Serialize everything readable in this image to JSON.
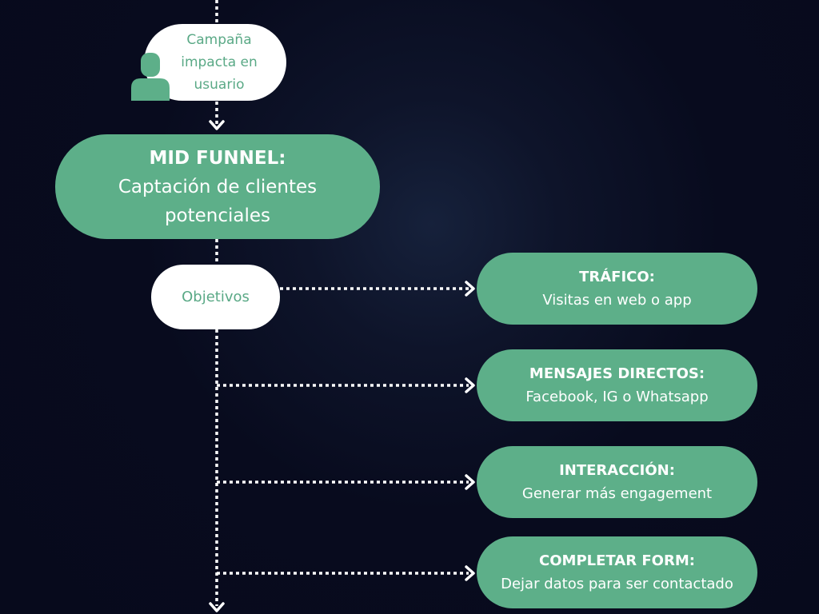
{
  "colors": {
    "background": "#070a1c",
    "green": "#5daf89",
    "white": "#ffffff",
    "connector": "#ffffff"
  },
  "campaign": {
    "lines": [
      "Campaña",
      "impacta en",
      "usuario"
    ],
    "icon": "user-icon"
  },
  "mid_funnel": {
    "title": "MID FUNNEL:",
    "subtitle_lines": [
      "Captación de clientes",
      "potenciales"
    ]
  },
  "objectives_label": "Objetivos",
  "objectives": [
    {
      "title": "TRÁFICO:",
      "description": "Visitas en web o app"
    },
    {
      "title": "MENSAJES DIRECTOS:",
      "description": "Facebook, IG o Whatsapp"
    },
    {
      "title": "INTERACCIÓN:",
      "description": "Generar más engagement"
    },
    {
      "title": "COMPLETAR FORM:",
      "description": "Dejar datos para ser contactado"
    }
  ]
}
